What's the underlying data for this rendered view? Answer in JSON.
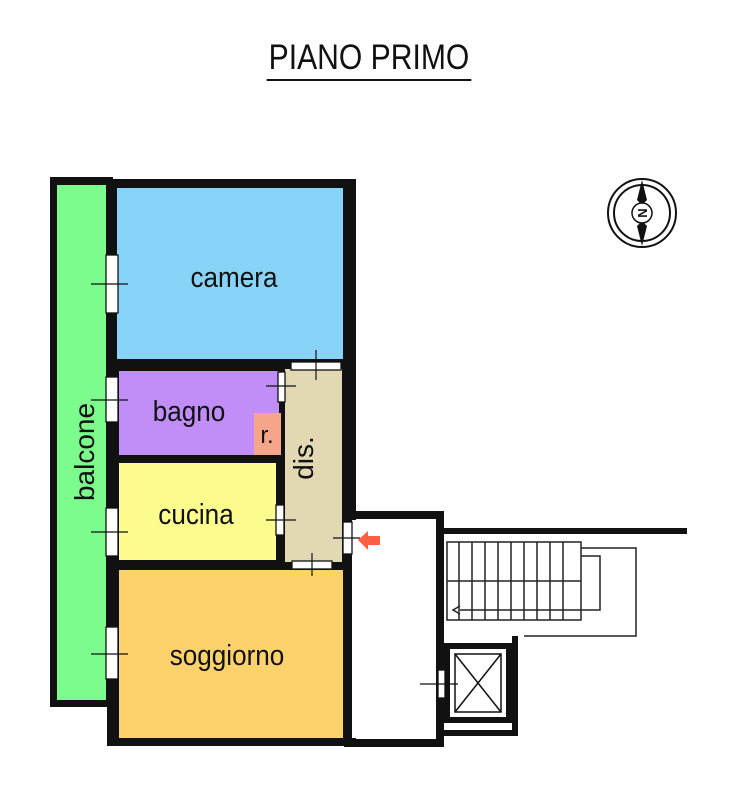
{
  "title": "PIANO PRIMO",
  "rooms": {
    "camera": "camera",
    "bagno": "bagno",
    "ripostiglio": "r.",
    "disimpegno": "dis.",
    "cucina": "cucina",
    "soggiorno": "soggiorno",
    "balcone": "balcone"
  },
  "compass": {
    "north_label": "N"
  },
  "colors": {
    "camera": "#88d4f8",
    "bagno": "#c18ef8",
    "ripostiglio": "#f6a58a",
    "disimpegno": "#e2d9b4",
    "cucina": "#fdfc8e",
    "soggiorno": "#fdd26c",
    "balcone": "#7cfc8c",
    "entry_arrow": "#ff6040"
  }
}
